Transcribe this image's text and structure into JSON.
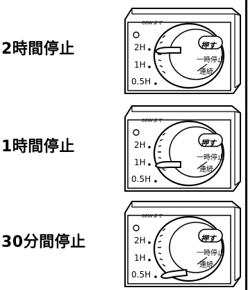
{
  "rows": [
    {
      "label": "2時間停止",
      "setting": "2H",
      "panel": {
        "wattage_label": "60Wまで",
        "marks": [
          "2H",
          "1H",
          "0.5H"
        ],
        "button_label": "押す",
        "mode_label_1": "一時停止",
        "mode_label_2": "連続"
      }
    },
    {
      "label": "1時間停止",
      "setting": "1H",
      "panel": {
        "wattage_label": "60Wまで",
        "marks": [
          "2H",
          "1H",
          "0.5H"
        ],
        "button_label": "押す",
        "mode_label_1": "一時停止",
        "mode_label_2": "連続"
      }
    },
    {
      "label": "30分間停止",
      "setting": "0.5H",
      "panel": {
        "wattage_label": "60Wまで",
        "marks": [
          "2H",
          "1H",
          "0.5H"
        ],
        "button_label": "押す",
        "mode_label_1": "一時停止",
        "mode_label_2": "連続"
      }
    }
  ]
}
